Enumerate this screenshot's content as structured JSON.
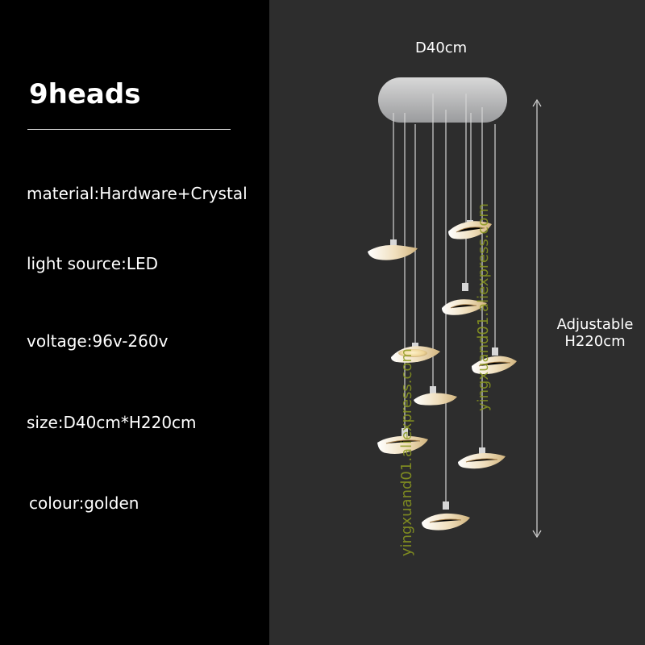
{
  "left_panel": {
    "heading": "9heads",
    "specs": {
      "material": "material:Hardware+Crystal",
      "light_source": "light source:LED",
      "voltage": "voltage:96v-260v",
      "size": "size:D40cm*H220cm",
      "colour": "colour:golden"
    }
  },
  "illustration": {
    "diameter_label": "D40cm",
    "height_label_line1": "Adjustable",
    "height_label_line2": "H220cm",
    "watermark_left": "yingxuand01.aliexpress.com",
    "watermark_right": "yingxuand01.aliexpress.com",
    "colors": {
      "canopy": "#b7b8ba",
      "cable": "#cfcfcf",
      "glow": "#f6e7b1",
      "watermark": "#8b9a1f"
    }
  }
}
